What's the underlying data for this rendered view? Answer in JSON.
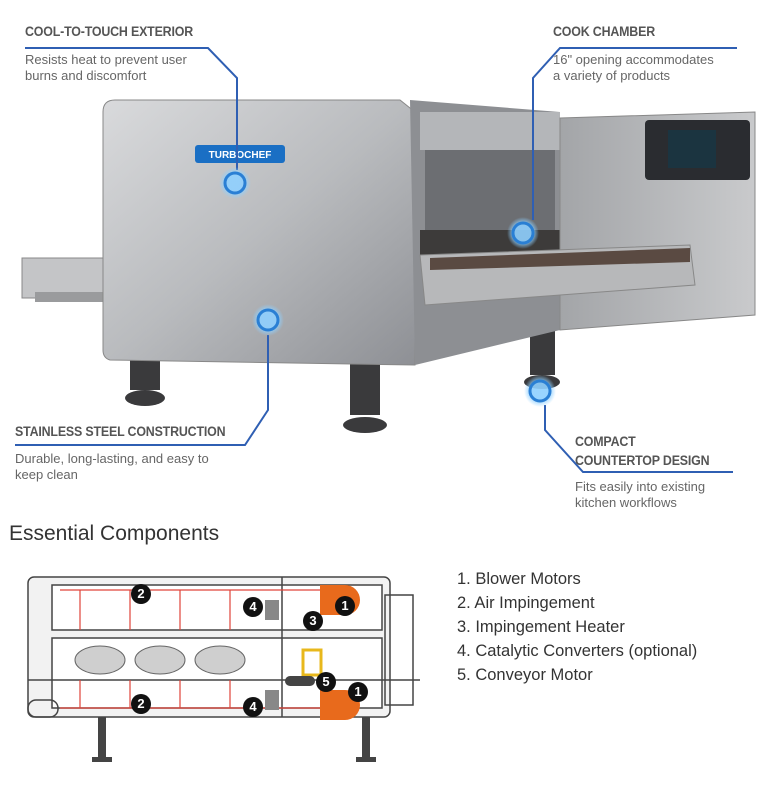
{
  "callouts": [
    {
      "title": "COOL-TO-TOUCH EXTERIOR",
      "description": [
        "Resists heat to prevent user",
        "burns and discomfort"
      ]
    },
    {
      "title": "COOK CHAMBER",
      "description": [
        "16\" opening accommodates",
        "a variety of products"
      ]
    },
    {
      "title": "STAINLESS STEEL CONSTRUCTION",
      "description": [
        "Durable, long-lasting, and easy to",
        "keep clean"
      ]
    },
    {
      "title": [
        "COMPACT",
        "COUNTERTOP DESIGN"
      ],
      "description": [
        "Fits easily into existing",
        "kitchen workflows"
      ]
    }
  ],
  "brand_logo": "TURBOCHEF",
  "components": {
    "heading": "Essential Components",
    "items": [
      "1. Blower Motors",
      "2. Air Impingement",
      "3. Impingement Heater",
      "4. Catalytic Converters (optional)",
      "5. Conveyor Motor"
    ],
    "markers": [
      "1",
      "2",
      "3",
      "4",
      "5"
    ]
  },
  "colors": {
    "accent_line": "#2f5fb3",
    "ring": "#2a7fd4",
    "heading": "#555555",
    "airflow": "#e0443a",
    "blower": "#e86a1c"
  }
}
